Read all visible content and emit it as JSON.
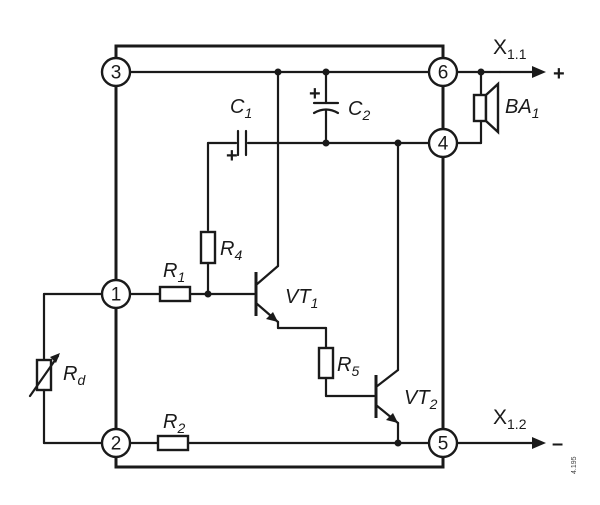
{
  "terminals": [
    "3",
    "6",
    "4",
    "1",
    "2",
    "5"
  ],
  "labels": {
    "c1": {
      "main": "C",
      "sub": "1"
    },
    "c2": {
      "main": "C",
      "sub": "2"
    },
    "r1": {
      "main": "R",
      "sub": "1"
    },
    "r2": {
      "main": "R",
      "sub": "2"
    },
    "r4": {
      "main": "R",
      "sub": "4"
    },
    "r5": {
      "main": "R",
      "sub": "5"
    },
    "rd": {
      "main": "R",
      "sub": "d"
    },
    "vt1": {
      "main": "VT",
      "sub": "1"
    },
    "vt2": {
      "main": "VT",
      "sub": "2"
    },
    "ba1": {
      "main": "BA",
      "sub": "1"
    },
    "x11": {
      "main": "X",
      "sub": "1.1"
    },
    "x12": {
      "main": "X",
      "sub": "1.2"
    }
  },
  "signs": {
    "plus": "+",
    "minus": "–",
    "c1_plus": "+",
    "c2_plus": "+"
  },
  "ref_code": "4.195"
}
